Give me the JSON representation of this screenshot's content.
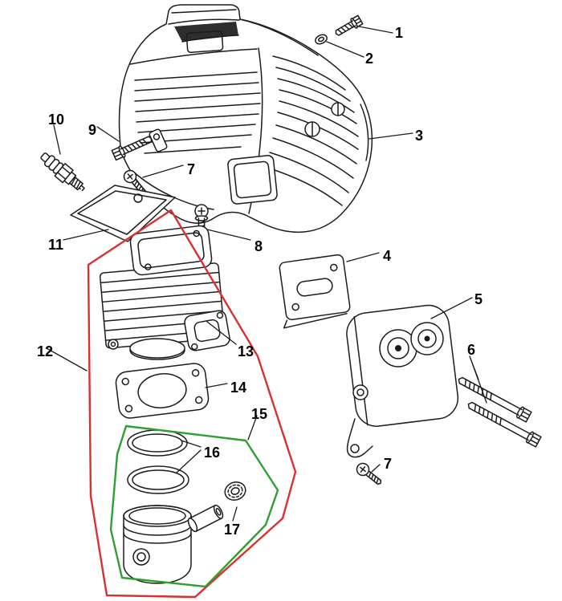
{
  "figure": {
    "type": "exploded-parts-diagram",
    "background": "#ffffff",
    "line_color": "#1c1c1c",
    "assembly_outline_red": "#d93030",
    "assembly_outline_green": "#2f9e33",
    "callouts": [
      {
        "label": "1",
        "part": "flange-screw"
      },
      {
        "label": "2",
        "part": "washer"
      },
      {
        "label": "3",
        "part": "engine-top-cover"
      },
      {
        "label": "4",
        "part": "muffler-gasket"
      },
      {
        "label": "5",
        "part": "muffler"
      },
      {
        "label": "6",
        "part": "muffler-bolts"
      },
      {
        "label": "7",
        "part": "pan-head-screw-top"
      },
      {
        "label": "8",
        "part": "cylinder-screw"
      },
      {
        "label": "9",
        "part": "cover-screw"
      },
      {
        "label": "10",
        "part": "spark-plug"
      },
      {
        "label": "11",
        "part": "heat-shield-plate"
      },
      {
        "label": "12",
        "part": "cylinder-assembly-outline"
      },
      {
        "label": "13",
        "part": "cylinder"
      },
      {
        "label": "14",
        "part": "cylinder-base-gasket"
      },
      {
        "label": "15",
        "part": "piston-assembly-outline"
      },
      {
        "label": "16",
        "part": "piston-rings"
      },
      {
        "label": "17",
        "part": "needle-bearing"
      },
      {
        "label": "7",
        "part": "pan-head-screw-bottom"
      }
    ]
  }
}
